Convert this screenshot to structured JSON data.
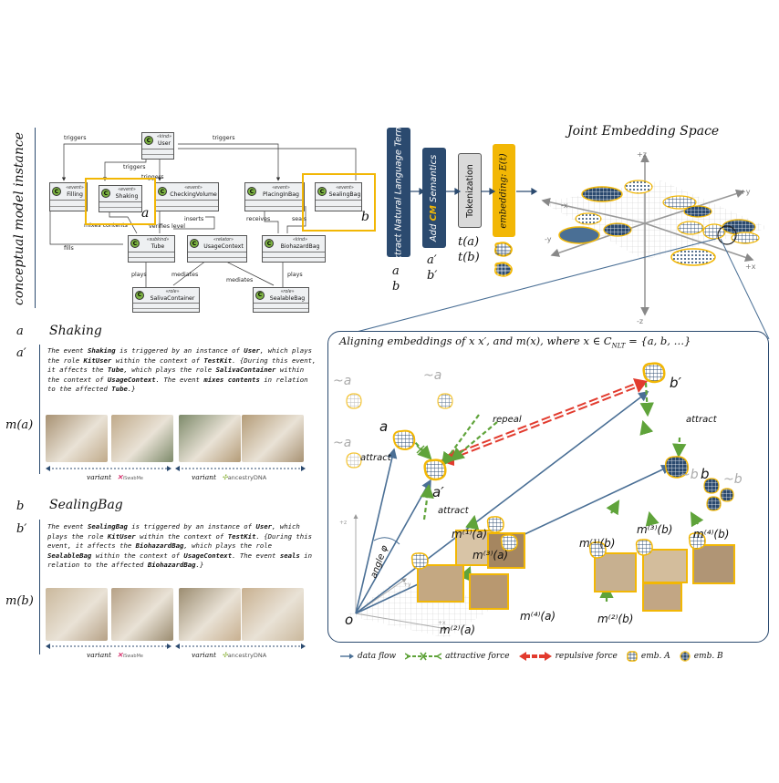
{
  "side_title": "conceptual model instance",
  "uml": {
    "classes": [
      {
        "id": "user",
        "stereotype": "«kind»",
        "name": "User"
      },
      {
        "id": "filling",
        "stereotype": "«event»",
        "name": "Filling"
      },
      {
        "id": "shaking",
        "stereotype": "«event»",
        "name": "Shaking"
      },
      {
        "id": "checking",
        "stereotype": "«event»",
        "name": "CheckingVolume"
      },
      {
        "id": "placing",
        "stereotype": "«event»",
        "name": "PlacingInBag"
      },
      {
        "id": "sealing",
        "stereotype": "«event»",
        "name": "SealingBag"
      },
      {
        "id": "tube",
        "stereotype": "«subkind»",
        "name": "Tube"
      },
      {
        "id": "usage",
        "stereotype": "«relator»",
        "name": "UsageContext"
      },
      {
        "id": "biobag",
        "stereotype": "«kind»",
        "name": "BiohazardBag"
      },
      {
        "id": "saliva",
        "stereotype": "«role»",
        "name": "SalivaContainer"
      },
      {
        "id": "sealable",
        "stereotype": "«role»",
        "name": "SealableBag"
      }
    ],
    "relations": [
      "triggers",
      "triggers",
      "triggers",
      "triggers",
      "mixes contents",
      "verifies level",
      "inserts",
      "receives",
      "seals",
      "fills",
      "plays",
      "mediates",
      "mediates",
      "plays"
    ],
    "highlight_a": "a",
    "highlight_b": "b"
  },
  "pipeline": {
    "step1": "Extract Natural Language Terms",
    "step2_prefix": "Add ",
    "step2_cm": "CM",
    "step2_suffix": " Semantics",
    "step3": "Tokenization",
    "step4": "embedding: E(t)",
    "input_a": "a",
    "input_b": "b",
    "out_a1": "a′",
    "out_b1": "b′",
    "out_ta": "t(a)",
    "out_tb": "t(b)"
  },
  "joint": {
    "title": "Joint Embedding Space",
    "axes": {
      "pz": "+z",
      "nz": "-z",
      "px": "+x",
      "nx": "-x",
      "py": "+y",
      "ny": "-y"
    }
  },
  "examples": [
    {
      "letter": "a",
      "name": "Shaking",
      "prime": "a′",
      "desc_html": "The event <b>Shaking</b> is triggered by an instance of <b>User</b>, which plays the role <b>KitUser</b> within the context of <b>TestKit</b>. {During this event, it affects the <b>Tube</b>, which plays the role <b>SalivaContainer</b> within the context of <b>UsageContext</b>. The event <b>mixes contents</b> in relation to the affected <b>Tube</b>.}",
      "media_label": "m(a)",
      "variant_label": "variant",
      "brand1": "iSwabMe",
      "brand2": "ancestryDNA"
    },
    {
      "letter": "b",
      "name": "SealingBag",
      "prime": "b′",
      "desc_html": "The event <b>SealingBag</b> is triggered by an instance of <b>User</b>, which plays the role <b>KitUser</b> within the context of <b>TestKit</b>. {During this event, it affects the <b>BiohazardBag</b>, which plays the role <b>SealableBag</b> within the context of <b>UsageContext</b>. The event <b>seals</b> in relation to the affected <b>BiohazardBag</b>.}",
      "media_label": "m(b)",
      "variant_label": "variant",
      "brand1": "iSwabMe",
      "brand2": "ancestryDNA"
    }
  ],
  "align": {
    "title": "Aligning embeddings of x x′, and m(x), where x ∈ C",
    "title_sub": "NLT",
    "title_end": " = {a, b, …}",
    "labels": {
      "a": "a",
      "a_prime": "a′",
      "b": "b",
      "b_prime": "b′",
      "not_a": "~a",
      "not_b": "~b",
      "origin": "o",
      "angle": "angle φ",
      "repeal": "repeal",
      "attract": "attract",
      "m1a": "m⁽¹⁾(a)",
      "m2a": "m⁽²⁾(a)",
      "m3a": "m⁽³⁾(a)",
      "m4a": "m⁽⁴⁾(a)",
      "m1b": "m⁽¹⁾(b)",
      "m2b": "m⁽²⁾(b)",
      "m3b": "m⁽³⁾(b)",
      "m4b": "m⁽⁴⁾(b)"
    }
  },
  "legend": [
    {
      "icon": "arrow-icon",
      "label": "data flow"
    },
    {
      "icon": "attractive-force-icon",
      "label": "attractive force"
    },
    {
      "icon": "repulsive-force-icon",
      "label": "repulsive force"
    },
    {
      "icon": "emb-a-icon",
      "label": "emb. A"
    },
    {
      "icon": "emb-b-icon",
      "label": "emb. B"
    }
  ],
  "colors": {
    "accent_yellow": "#f2b705",
    "navy": "#2b4a6f",
    "steel": "#4a6f95",
    "attract_green": "#5fa33a",
    "repel_red": "#e23b2e",
    "grey": "#9aa3ac"
  }
}
